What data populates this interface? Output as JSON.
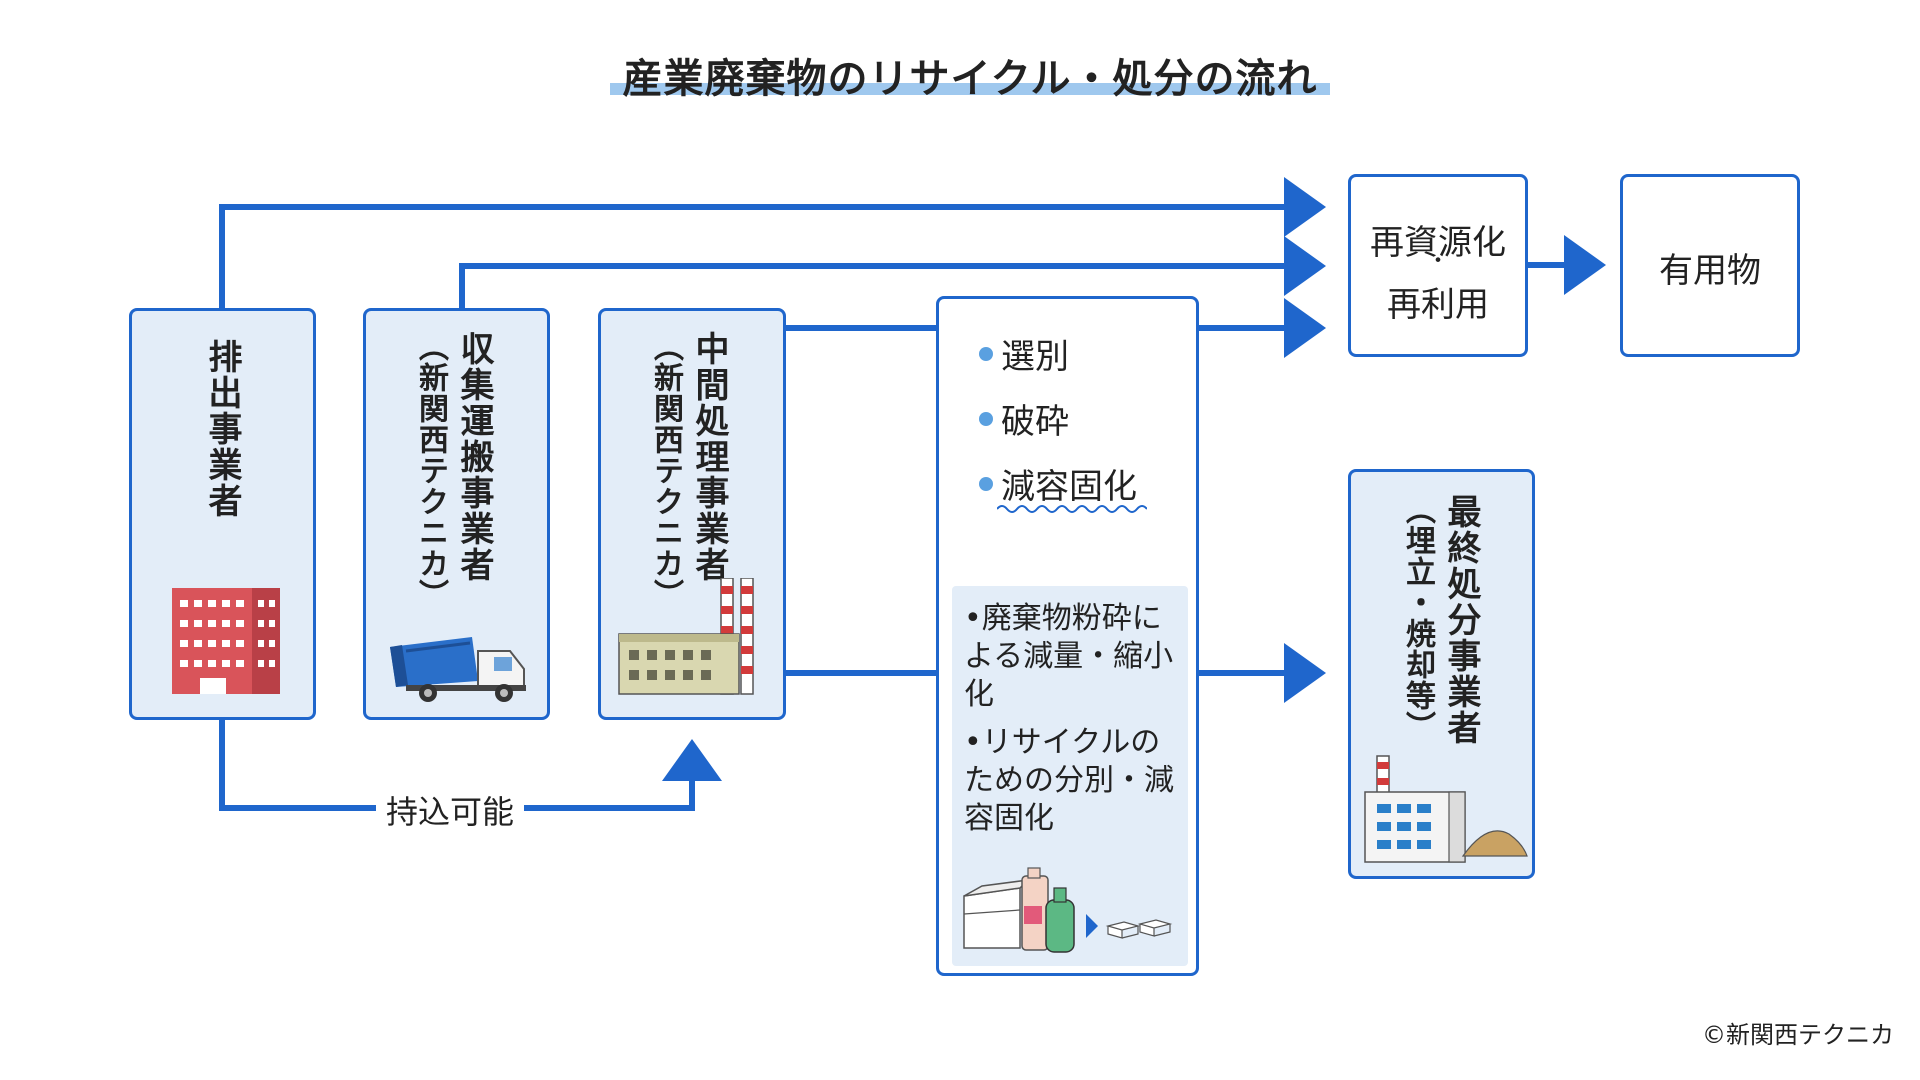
{
  "title": "産業廃棄物のリサイクル・処分の流れ",
  "actors": {
    "emitter": {
      "name": "排出事業者"
    },
    "collector": {
      "name": "収集運搬事業者",
      "company": "（新関西テクニカ）"
    },
    "intermediate": {
      "name": "中間処理事業者",
      "company": "（新関西テクニカ）"
    },
    "final": {
      "name": "最終処分事業者",
      "note": "（埋立・焼却等）"
    }
  },
  "process": {
    "steps": [
      "選別",
      "破砕",
      "減容固化"
    ],
    "details": [
      "•廃棄物粉砕による減量・縮小化",
      "•リサイクルのための分別・減容固化"
    ]
  },
  "recycle": {
    "line1": "再資源化",
    "dot": "・",
    "line2": "再利用"
  },
  "useful": "有用物",
  "carry_in": "持込可能",
  "copyright": "©新関西テクニカ",
  "colors": {
    "line": "#1f66cc",
    "panel": "#e3edf8",
    "underline": "#9fc8ee",
    "bullet": "#5aa0e0"
  }
}
